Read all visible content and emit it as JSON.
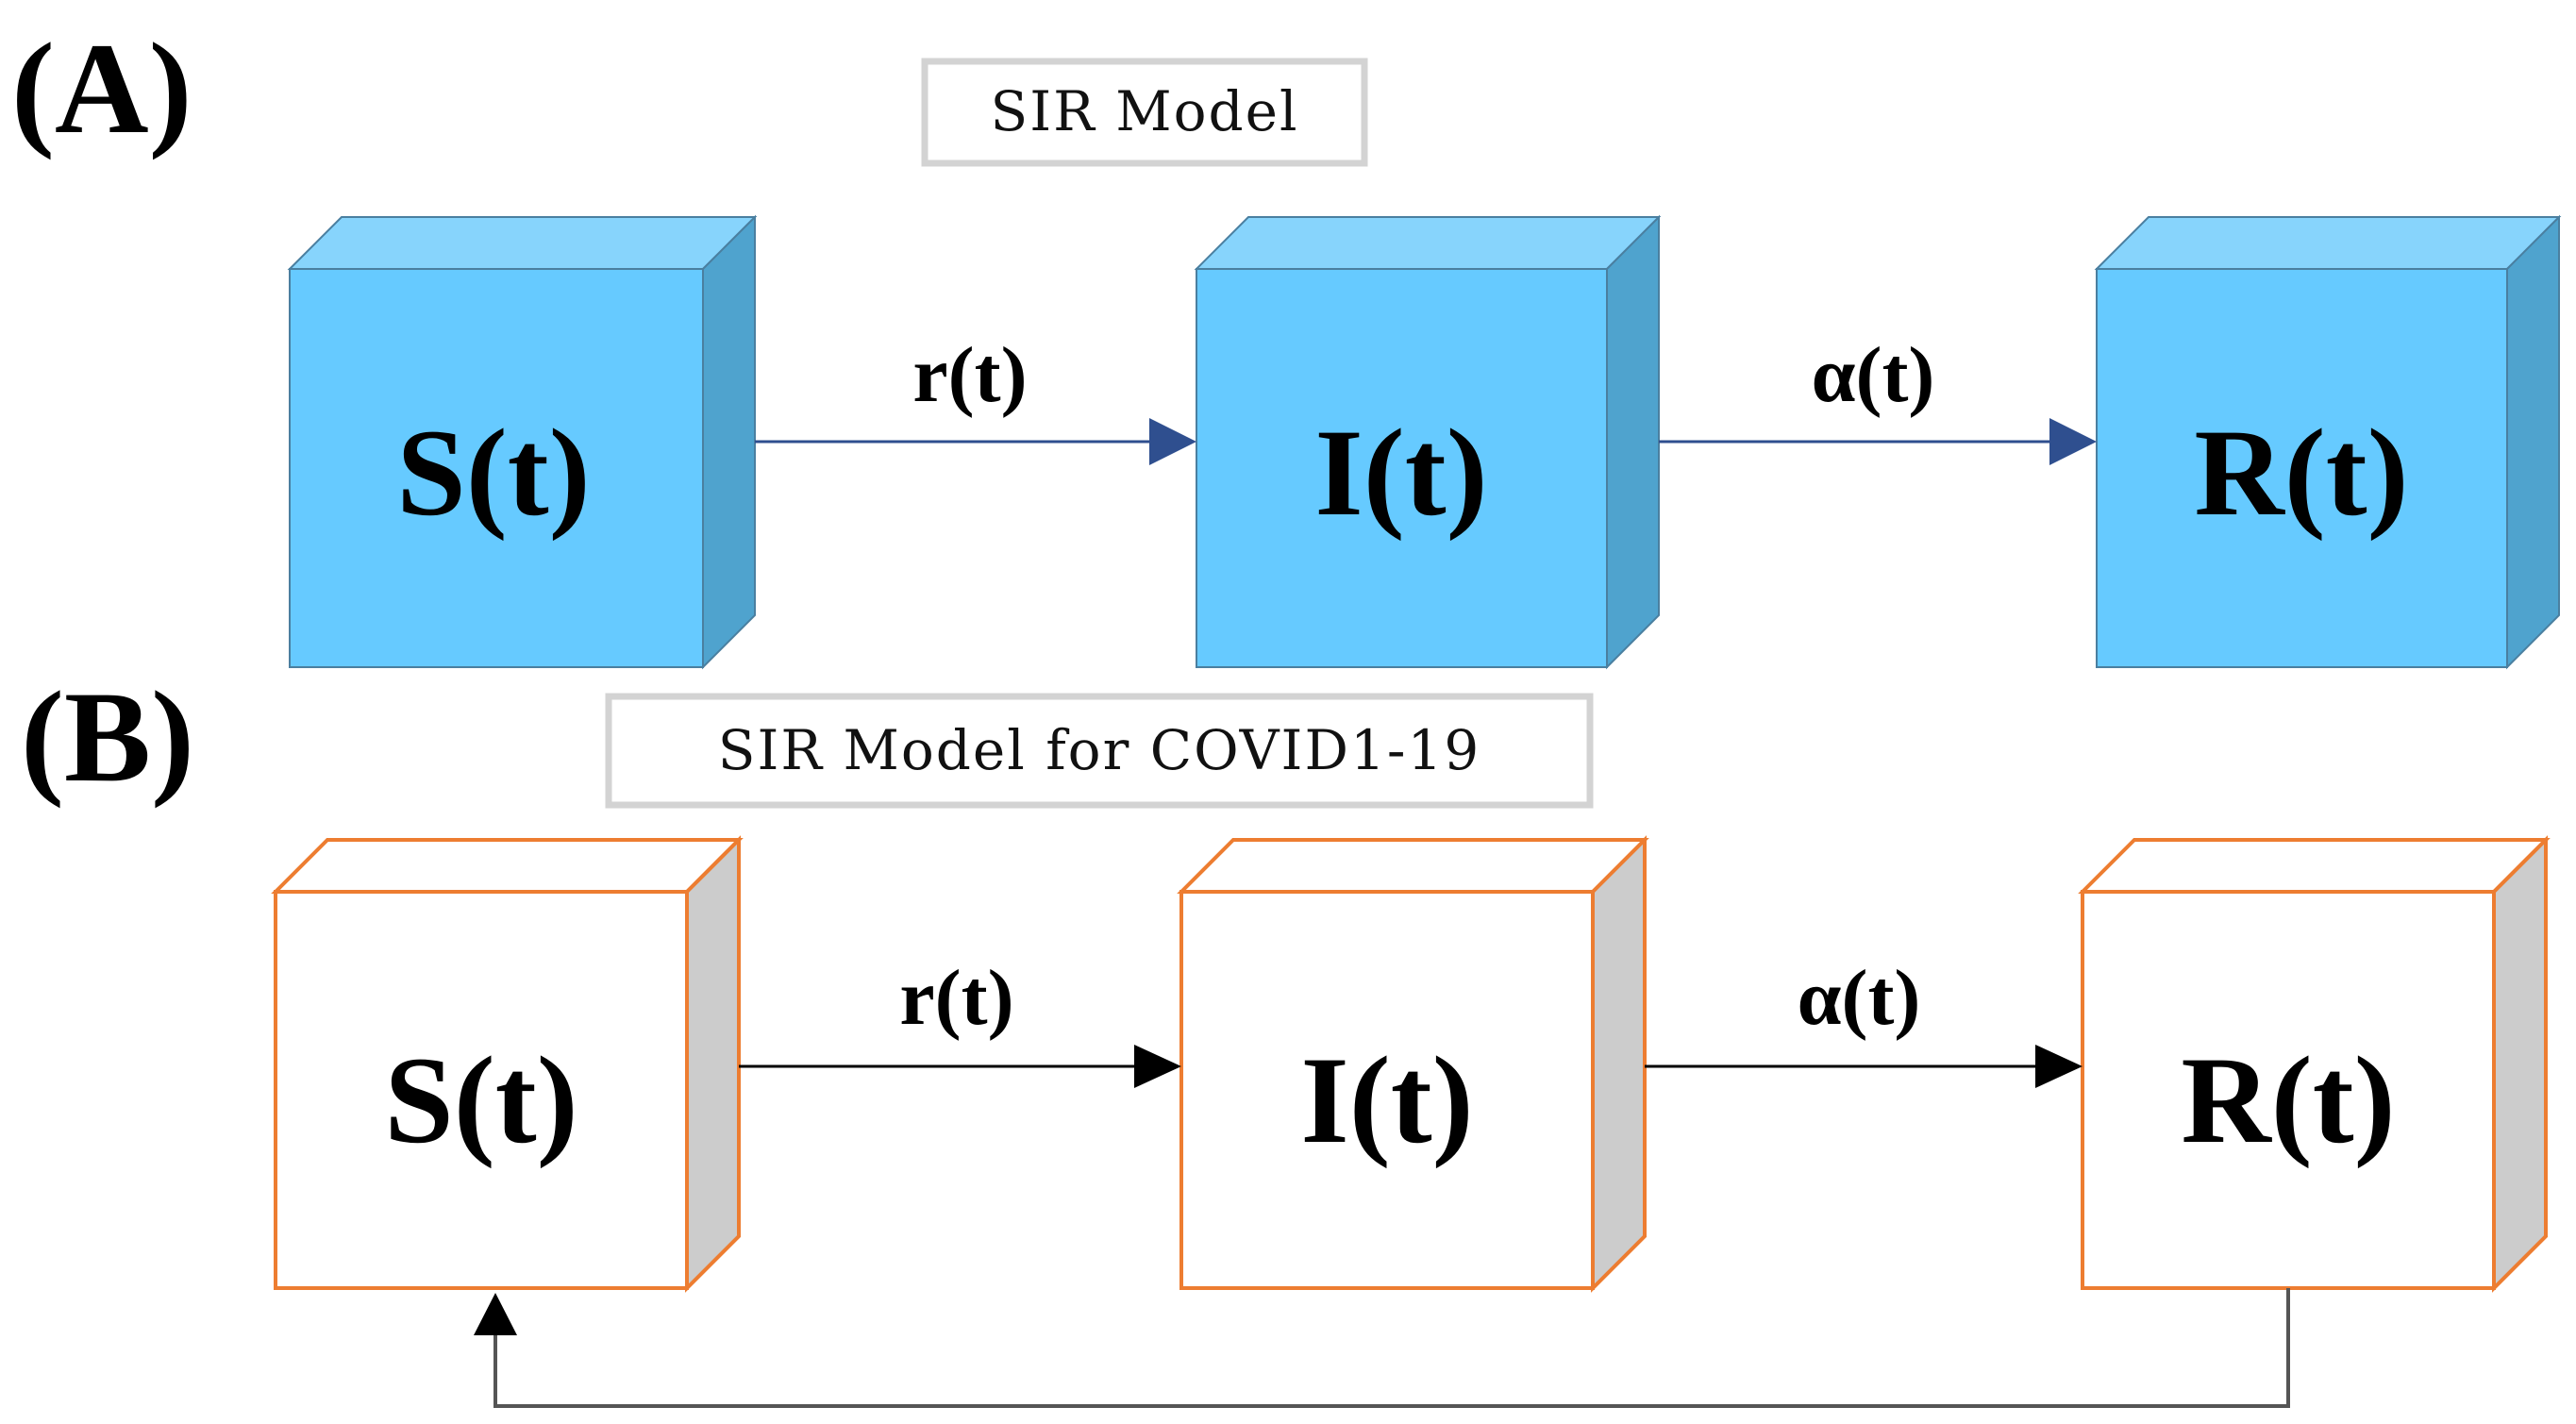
{
  "panel_a": {
    "label": "(A)",
    "title": "SIR Model",
    "nodes": {
      "s": "S(t)",
      "i": "I(t)",
      "r": "R(t)"
    },
    "edges": {
      "s_to_i": "r(t)",
      "i_to_r": "α(t)"
    },
    "colors": {
      "box_front": "#66CAFF",
      "box_top": "#87D4FC",
      "box_side": "#4FA3CE",
      "box_border": "#4A7FA0",
      "arrow": "#2F4F8F"
    }
  },
  "panel_b": {
    "label": "(B)",
    "title": "SIR Model for COVID1-19",
    "nodes": {
      "s": "S(t)",
      "i": "I(t)",
      "r": "R(t)"
    },
    "edges": {
      "s_to_i": "r(t)",
      "i_to_r": "α(t)"
    },
    "colors": {
      "box_front": "#FFFFFF",
      "box_side": "#CCCCCC",
      "box_border": "#ED7D31",
      "arrow": "#000000",
      "feedback": "#555555"
    }
  }
}
